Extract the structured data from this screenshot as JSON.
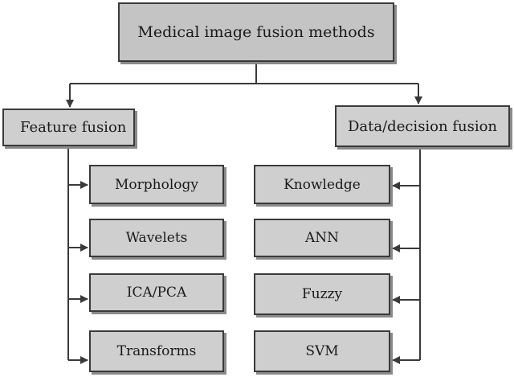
{
  "root": {
    "label": "Medical image fusion methods"
  },
  "categories": [
    {
      "label": "Feature fusion",
      "children": [
        "Morphology",
        "Wavelets",
        "ICA/PCA",
        "Transforms"
      ]
    },
    {
      "label": "Data/decision fusion",
      "children": [
        "Knowledge",
        "ANN",
        "Fuzzy",
        "SVM"
      ]
    }
  ],
  "colors": {
    "box_fill": "#cfcfcf",
    "border": "#3a3a3a",
    "connector": "#3a3a3a"
  }
}
